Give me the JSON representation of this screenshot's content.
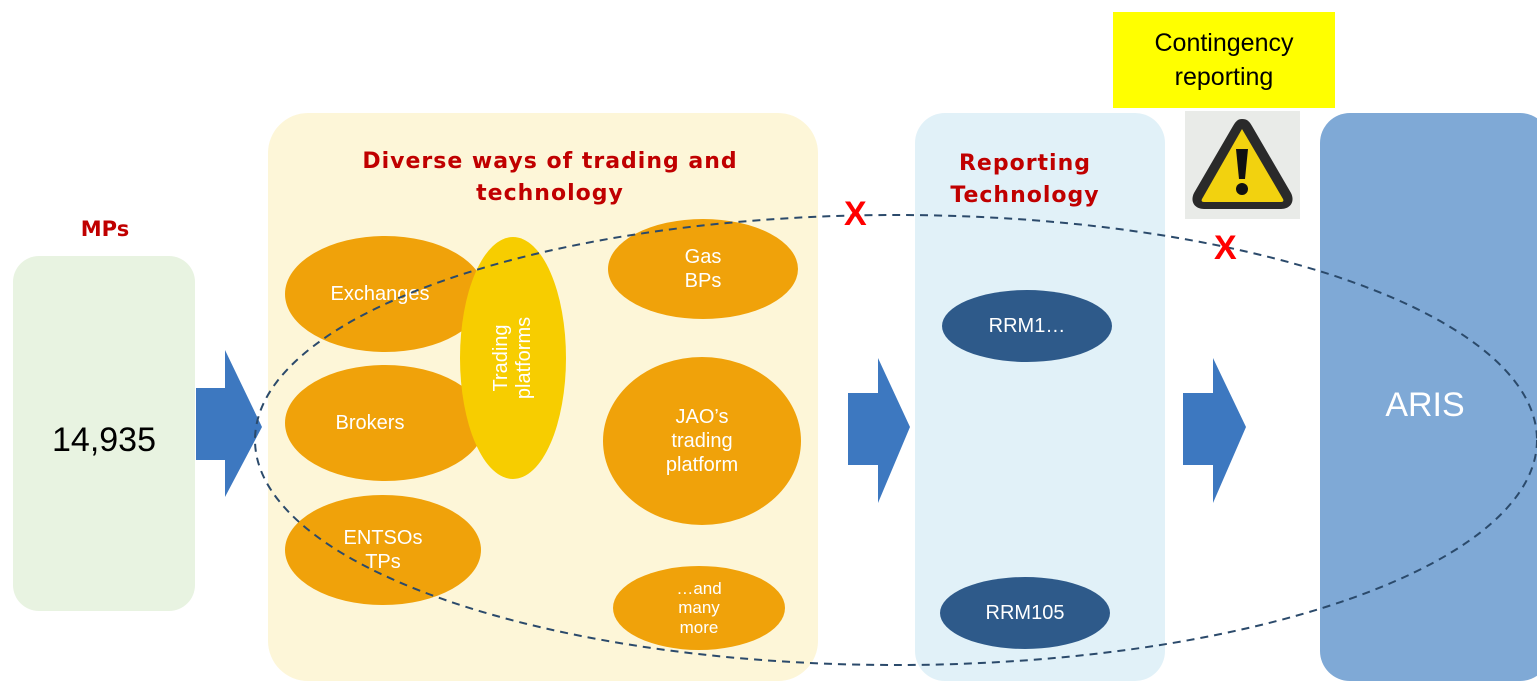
{
  "mps": {
    "heading": "MPs",
    "count": "14,935"
  },
  "trading": {
    "heading": "Diverse ways of trading and technology",
    "exchanges": "Exchanges",
    "trading_platforms": "Trading platforms",
    "brokers": "Brokers",
    "entsos": "ENTSOs TPs",
    "gas_bps": "Gas BPs",
    "jao": "JAO’s trading platform",
    "many_more": "…and many more"
  },
  "reporting": {
    "heading": "Reporting Technology",
    "rrm_first": "RRM1…",
    "rrm_last": "RRM105"
  },
  "contingency": {
    "label": "Contingency reporting",
    "icon": "warning-icon"
  },
  "aris": {
    "label": "ARIS"
  },
  "marks": {
    "x1": "X",
    "x2": "X"
  },
  "colors": {
    "mps_panel": "#e8f3e1",
    "trading_panel": "#fdf6d8",
    "reporting_panel": "#e1f1f8",
    "aris_panel": "#7fa9d6",
    "arrow": "#3d78c0",
    "orange": "#f0a20a",
    "yellow": "#f7cd00",
    "navy": "#2e5a8a",
    "heading_red": "#c00000",
    "contingency_bg": "#ffff00"
  }
}
